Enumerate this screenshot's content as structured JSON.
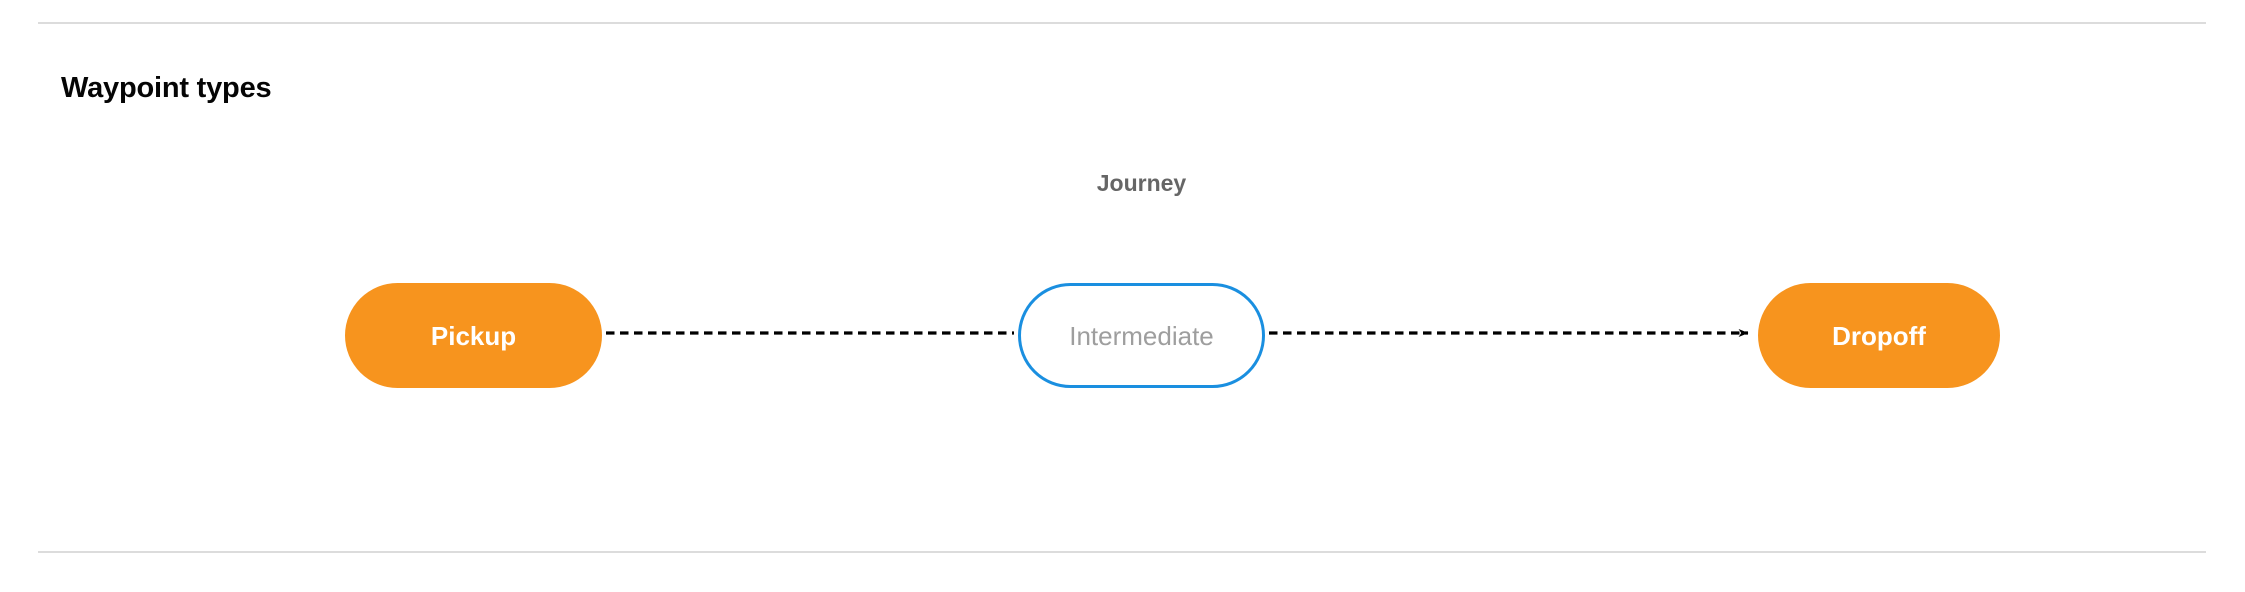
{
  "page": {
    "section_title": "Waypoint types"
  },
  "diagram": {
    "type": "flow",
    "graph_label": "Journey",
    "nodes": [
      {
        "id": "pickup",
        "label": "Pickup",
        "style": "filled",
        "fill": "#f7941e",
        "text_color": "#ffffff"
      },
      {
        "id": "intermediate",
        "label": "Intermediate",
        "style": "outlined",
        "fill": "#ffffff",
        "border_color": "#1a8fe0",
        "text_color": "#9e9e9e"
      },
      {
        "id": "dropoff",
        "label": "Dropoff",
        "style": "filled",
        "fill": "#f7941e",
        "text_color": "#ffffff"
      }
    ],
    "edges": [
      {
        "from": "pickup",
        "to": "intermediate",
        "line": "dashed",
        "arrow": false,
        "color": "#000000"
      },
      {
        "from": "intermediate",
        "to": "dropoff",
        "line": "dashed",
        "arrow": true,
        "color": "#000000"
      }
    ]
  },
  "colors": {
    "accent_orange": "#f7941e",
    "accent_blue": "#1a8fe0",
    "divider": "#dcdcdc",
    "muted_text": "#666666",
    "node_muted_text": "#9e9e9e"
  }
}
